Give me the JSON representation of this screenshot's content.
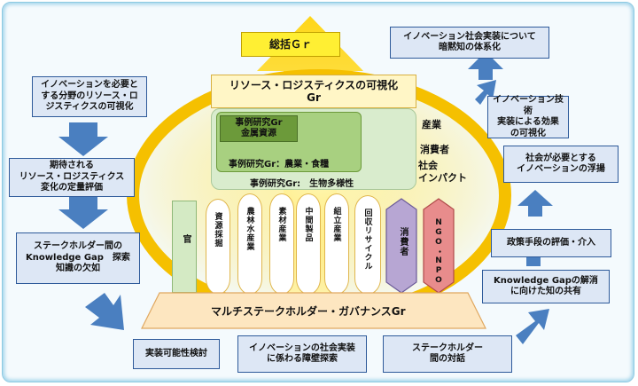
{
  "top": {
    "sokatsu": "総括Ｇｒ",
    "resource_title": "リソース・ロジスティクスの可視化\nGr"
  },
  "case": {
    "metal": "事例研究Gr\n金属資源",
    "agri": "事例研究Gr：農業・食糧",
    "bio": "事例研究Gr:　生物多様性"
  },
  "impact_labels": {
    "industry": "産業",
    "consumer": "消費者",
    "social": "社会\nインパクト"
  },
  "pillars": {
    "gov": "官",
    "items": [
      "資源採掘",
      "農林水産業",
      "素材産業",
      "中間製品",
      "組立産業",
      "回収リサイクル"
    ],
    "consumer": "消費者",
    "ngo": "NGO・NPO"
  },
  "base": {
    "governance": "マルチステークホルダー・ガバナンスGr"
  },
  "left_flow": [
    "イノベーションを必要と\nする分野のリソース・ロ\nジスティクスの可視化",
    "期待される\nリソース・ロジスティクス\n変化の定量評価",
    "ステークホルダー間の\nKnowledge Gap　探索\n知識の欠如"
  ],
  "bottom_flow": [
    "実装可能性検討",
    "イノベーションの社会実装\nに係わる障壁探索",
    "ステークホルダー\n間の対話"
  ],
  "right_flow": [
    "Knowledge Gapの解消\nに向けた知の共有",
    "政策手段の評価・介入",
    "社会が必要とする\nイノベーションの浮揚",
    "イノベーション技術\n実装による効果\nの可視化",
    "イノベーション社会実装について\n暗黙知の体系化"
  ],
  "colors": {
    "frame": "#8cc9e2",
    "box_fill": "#dde7f5",
    "box_border": "#2e5a9a",
    "arrow": "#4a7fc0",
    "ring": "#f5c000",
    "yellow_box": "#ffef33",
    "dark_green": "#6c9a3a",
    "light_green": "#d9eccd",
    "purple": "#b7a6d3",
    "pink": "#e88c8c"
  }
}
